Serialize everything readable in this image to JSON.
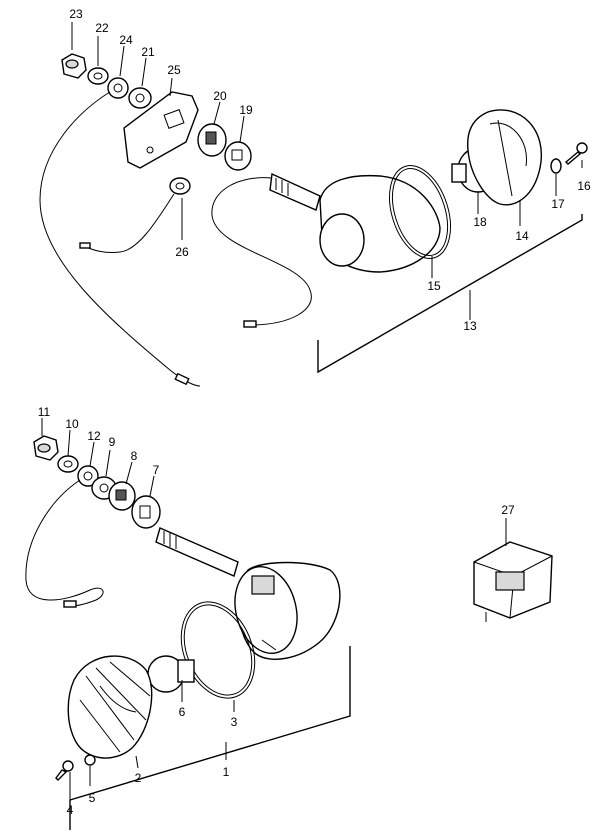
{
  "part_numbers": {
    "p1": "1",
    "p2": "2",
    "p3": "3",
    "p4": "4",
    "p5": "5",
    "p6": "6",
    "p7": "7",
    "p8": "8",
    "p9": "9",
    "p10": "10",
    "p11": "11",
    "p12": "12",
    "p13": "13",
    "p14": "14",
    "p15": "15",
    "p16": "16",
    "p17": "17",
    "p18": "18",
    "p19": "19",
    "p20": "20",
    "p21": "21",
    "p22": "22",
    "p23": "23",
    "p24": "24",
    "p25": "25",
    "p26": "26",
    "p27": "27"
  }
}
